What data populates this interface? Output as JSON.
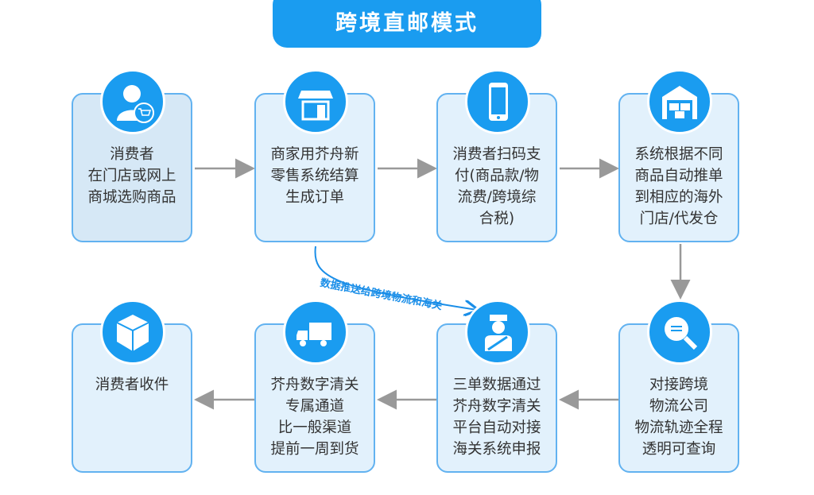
{
  "title": "跨境直邮模式",
  "steps": [
    {
      "lines": [
        "消费者",
        "在门店或网上",
        "商城选购商品"
      ],
      "icon": "shopper-cart-icon"
    },
    {
      "lines": [
        "商家用芥舟新",
        "零售系统结算",
        "生成订单"
      ],
      "icon": "store-icon"
    },
    {
      "lines": [
        "消费者扫码支",
        "付(商品款/物",
        "流费/跨境综",
        "合税)"
      ],
      "icon": "smartphone-icon"
    },
    {
      "lines": [
        "系统根据不同",
        "商品自动推单",
        "到相应的海外",
        "门店/代发仓"
      ],
      "icon": "warehouse-icon"
    },
    {
      "lines": [
        "对接跨境",
        "物流公司",
        "物流轨迹全程",
        "透明可查询"
      ],
      "icon": "search-icon"
    },
    {
      "lines": [
        "三单数据通过",
        "芥舟数字清关",
        "平台自动对接",
        "海关系统申报"
      ],
      "icon": "customs-officer-icon"
    },
    {
      "lines": [
        "芥舟数字清关",
        "专属通道",
        "比一般渠道",
        "提前一周到货"
      ],
      "icon": "truck-icon"
    },
    {
      "lines": [
        "消费者收件"
      ],
      "icon": "package-icon"
    }
  ],
  "curve_label": "数据推送给跨境物流和海关",
  "colors": {
    "accent": "#1a9cf0",
    "border": "#62b2f0",
    "arrow": "#999999"
  }
}
